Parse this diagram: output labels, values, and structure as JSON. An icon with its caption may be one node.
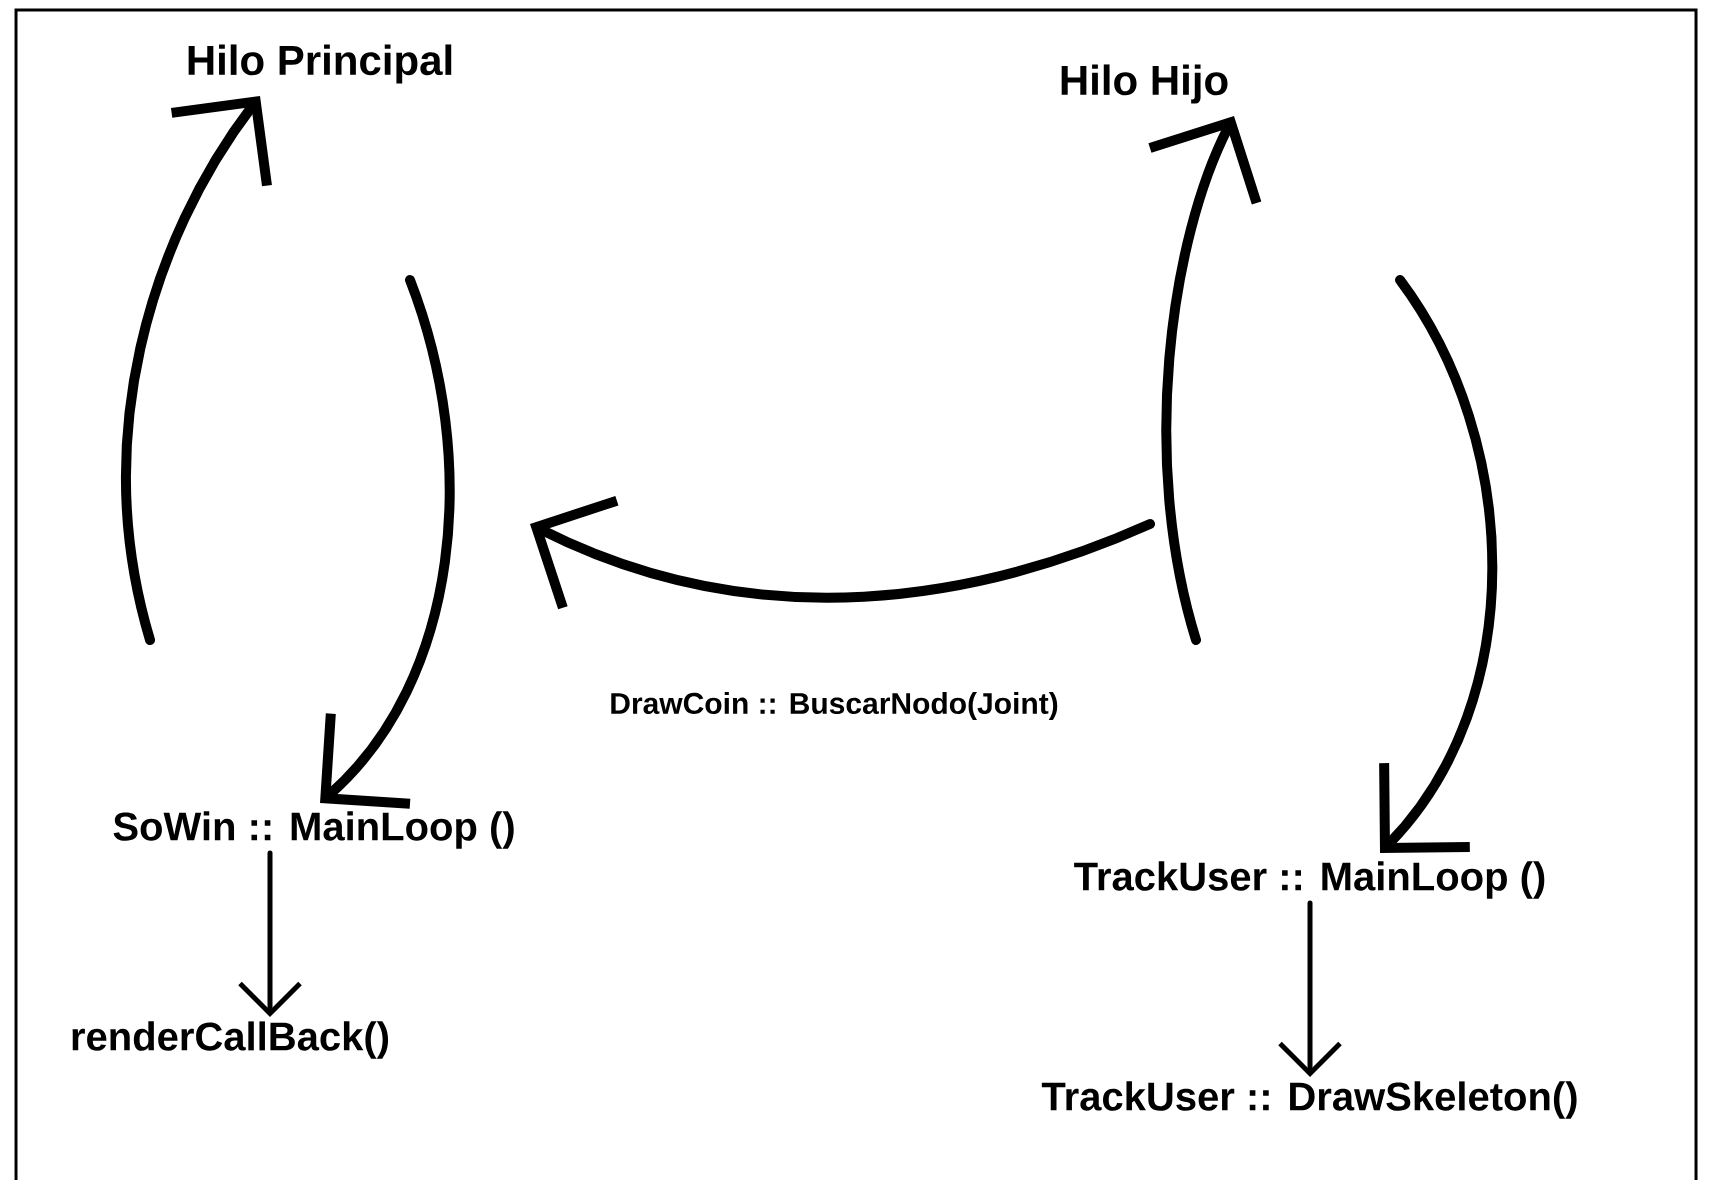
{
  "diagram": {
    "nodes": [
      {
        "text": [
          "Hilo Principal"
        ]
      },
      {
        "text": [
          "Hilo Hijo"
        ]
      },
      {
        "text": [
          "SoWin ::  MainLoop ()"
        ]
      },
      {
        "text": [
          "renderCallBack()"
        ]
      },
      {
        "text": [
          "TrackUser :: MainLoop ()"
        ]
      },
      {
        "text": [
          "TrackUser :: DrawSkeleton()"
        ]
      }
    ],
    "edges": [
      {
        "from": null,
        "to": 0,
        "arrow": "to"
      },
      {
        "from": null,
        "to": 2,
        "arrow": "to"
      },
      {
        "from": null,
        "to": 1,
        "arrow": "to"
      },
      {
        "from": null,
        "to": 4,
        "arrow": "to"
      },
      {
        "from": 2,
        "to": 3,
        "arrow": "to"
      },
      {
        "from": 4,
        "to": 5,
        "arrow": "to"
      }
    ],
    "labels": [
      "DrawCoin :: BuscarNodo(Joint)"
    ]
  }
}
